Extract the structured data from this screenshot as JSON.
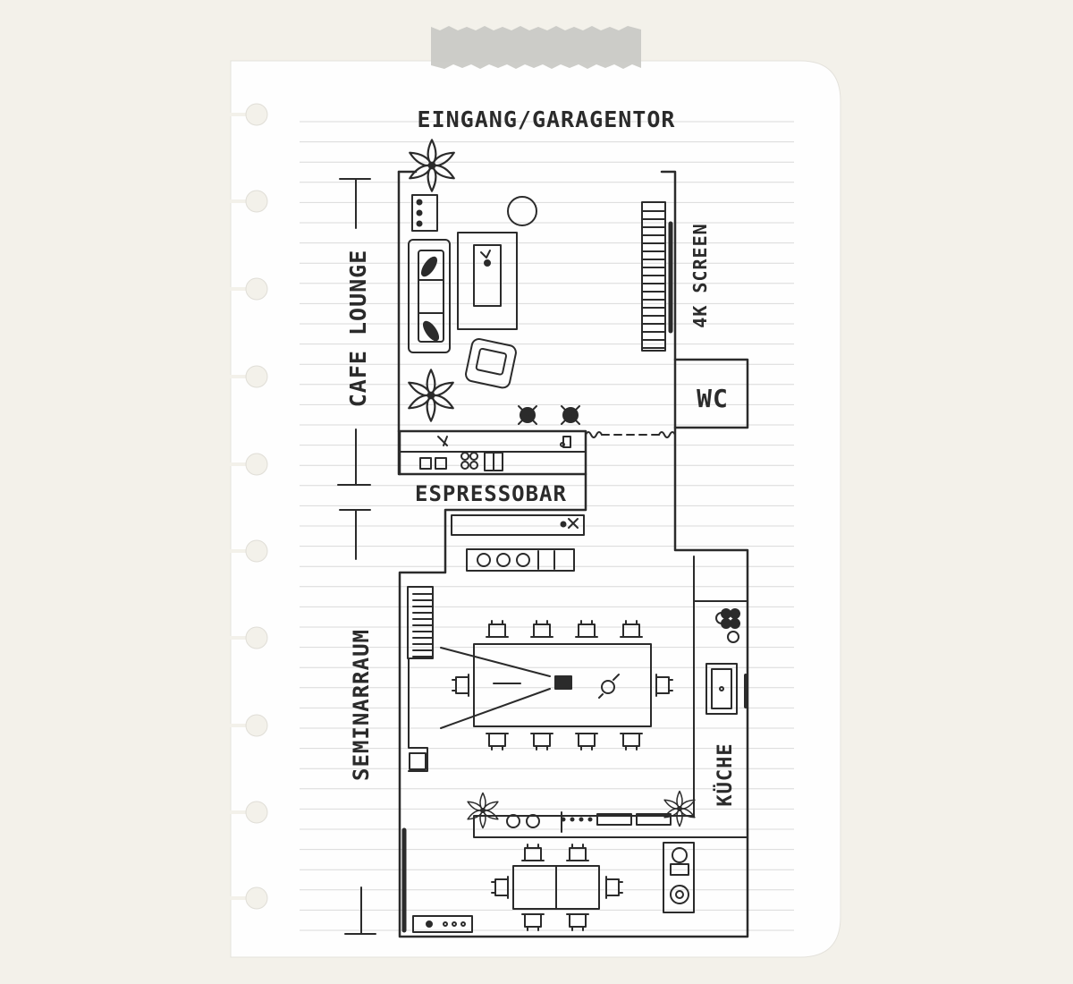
{
  "labels": {
    "entrance": "EINGANG/GARAGENTOR",
    "cafe_lounge": "CAFE LOUNGE",
    "screen": "4K SCREEN",
    "wc": "WC",
    "espresso_bar": "ESPRESSOBAR",
    "seminar_room": "SEMINARRAUM",
    "kitchen": "KÜCHE"
  },
  "colors": {
    "background": "#f3f1ea",
    "paper": "#fefefe",
    "ruled_line": "#d9d9d9",
    "ink": "#2b2b2b",
    "tape": "#c9c9c4"
  },
  "icons": {
    "plant": "plant-icon",
    "stove": "stove-burner-icon",
    "sink": "sink-icon",
    "speaker": "speaker-icon"
  }
}
